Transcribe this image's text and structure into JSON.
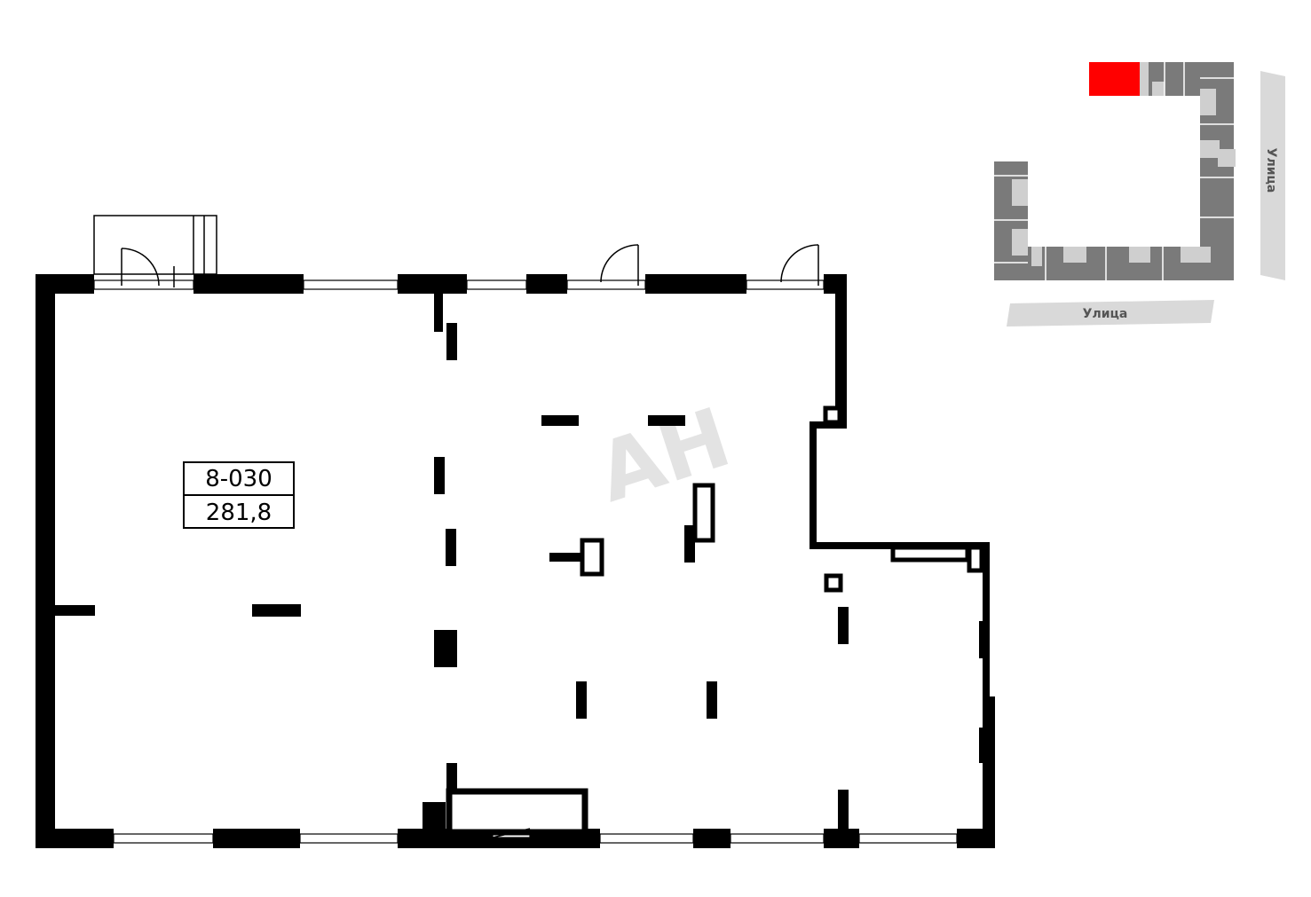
{
  "unit": {
    "number": "8-030",
    "area": "281,8"
  },
  "watermark": {
    "text": "AH"
  },
  "key_plan": {
    "street_right": "Улица",
    "street_bottom": "Улица",
    "highlight_color": "#ff0000",
    "building_color": "#7a7a7a"
  }
}
